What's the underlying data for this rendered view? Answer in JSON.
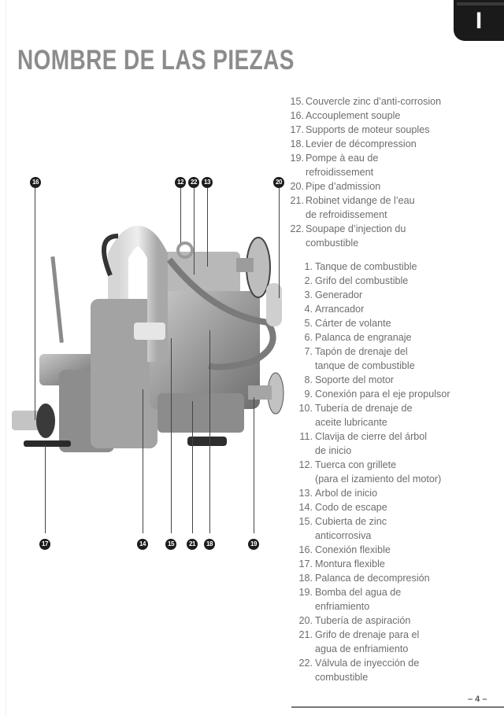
{
  "section_tab": {
    "label": "I"
  },
  "page_title": "NOMBRE DE LAS PIEZAS",
  "french_list": [
    {
      "num": "15.",
      "text": "Couvercle zinc d’anti-corrosion"
    },
    {
      "num": "16.",
      "text": "Accouplement souple"
    },
    {
      "num": "17.",
      "text": "Supports de moteur souples"
    },
    {
      "num": "18.",
      "text": "Levier de décompression"
    },
    {
      "num": "19.",
      "text": "Pompe à eau de",
      "cont": "refroidissement"
    },
    {
      "num": "20.",
      "text": "Pipe d’admission"
    },
    {
      "num": "21.",
      "text": "Robinet vidange de l’eau",
      "cont": "de refroidissement"
    },
    {
      "num": "22.",
      "text": "Soupape d’injection du",
      "cont": "combustible"
    }
  ],
  "spanish_list": [
    {
      "num": "1.",
      "text": "Tanque de combustible"
    },
    {
      "num": "2.",
      "text": "Grifo del combustible"
    },
    {
      "num": "3.",
      "text": "Generador"
    },
    {
      "num": "4.",
      "text": "Arrancador"
    },
    {
      "num": "5.",
      "text": "Cárter de volante"
    },
    {
      "num": "6.",
      "text": "Palanca de engranaje"
    },
    {
      "num": "7.",
      "text": "Tapón de drenaje del",
      "cont": "tanque de combustible"
    },
    {
      "num": "8.",
      "text": "Soporte del motor"
    },
    {
      "num": "9.",
      "text": "Conexión para el eje propulsor"
    },
    {
      "num": "10.",
      "text": "Tubería de drenaje de",
      "cont": "aceite lubricante"
    },
    {
      "num": "11.",
      "text": "Clavija de cierre del árbol",
      "cont": "de inicio"
    },
    {
      "num": "12.",
      "text": "Tuerca con grillete",
      "cont": "(para el izamiento del motor)"
    },
    {
      "num": "13.",
      "text": "Arbol de inicio"
    },
    {
      "num": "14.",
      "text": "Codo de escape"
    },
    {
      "num": "15.",
      "text": "Cubierta de zinc",
      "cont": "anticorrosiva"
    },
    {
      "num": "16.",
      "text": "Conexión flexible"
    },
    {
      "num": "17.",
      "text": "Montura flexible"
    },
    {
      "num": "18.",
      "text": "Palanca de decompresión"
    },
    {
      "num": "19.",
      "text": "Bomba del agua de",
      "cont": "enfriamiento"
    },
    {
      "num": "20.",
      "text": "Tubería de aspiración"
    },
    {
      "num": "21.",
      "text": "Grifo de drenaje para el",
      "cont": "agua de enfriamiento"
    },
    {
      "num": "22.",
      "text": "Válvula de inyección de",
      "cont": "combustible"
    }
  ],
  "diagram": {
    "top_callouts": [
      "16",
      "12",
      "22",
      "13",
      "20"
    ],
    "bottom_callouts": [
      "17",
      "14",
      "15",
      "21",
      "18",
      "19"
    ]
  },
  "page_number": "– 4 –"
}
